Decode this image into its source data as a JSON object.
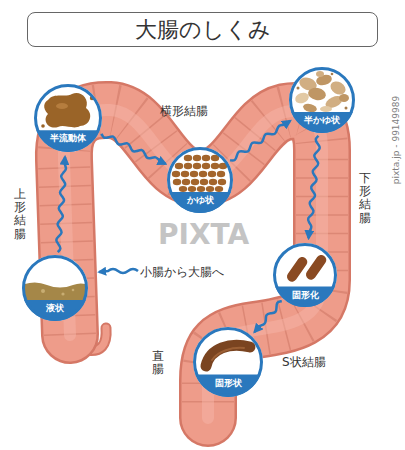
{
  "diagram": {
    "title": "大腸のしくみ",
    "nodes": [
      {
        "text": [
          "液状"
        ]
      },
      {
        "text": [
          "半流動体"
        ]
      },
      {
        "text": [
          "かゆ状"
        ]
      },
      {
        "text": [
          "半かゆ状"
        ]
      },
      {
        "text": [
          "固形化"
        ]
      },
      {
        "text": [
          "固形状"
        ]
      }
    ],
    "edges": [
      {
        "from": 0,
        "to": 1,
        "arrow": "to"
      },
      {
        "from": 1,
        "to": 2,
        "arrow": "to"
      },
      {
        "from": 2,
        "to": 3,
        "arrow": "to"
      },
      {
        "from": 3,
        "to": 4,
        "arrow": "to"
      },
      {
        "from": 4,
        "to": 5,
        "arrow": "to"
      }
    ],
    "labels": [
      "横形結腸",
      "上形結腸",
      "下形結腸",
      "小腸から大腸へ",
      "直腸",
      "S状結腸",
      "PIXTA",
      "pixta.jp - 99149989"
    ]
  }
}
